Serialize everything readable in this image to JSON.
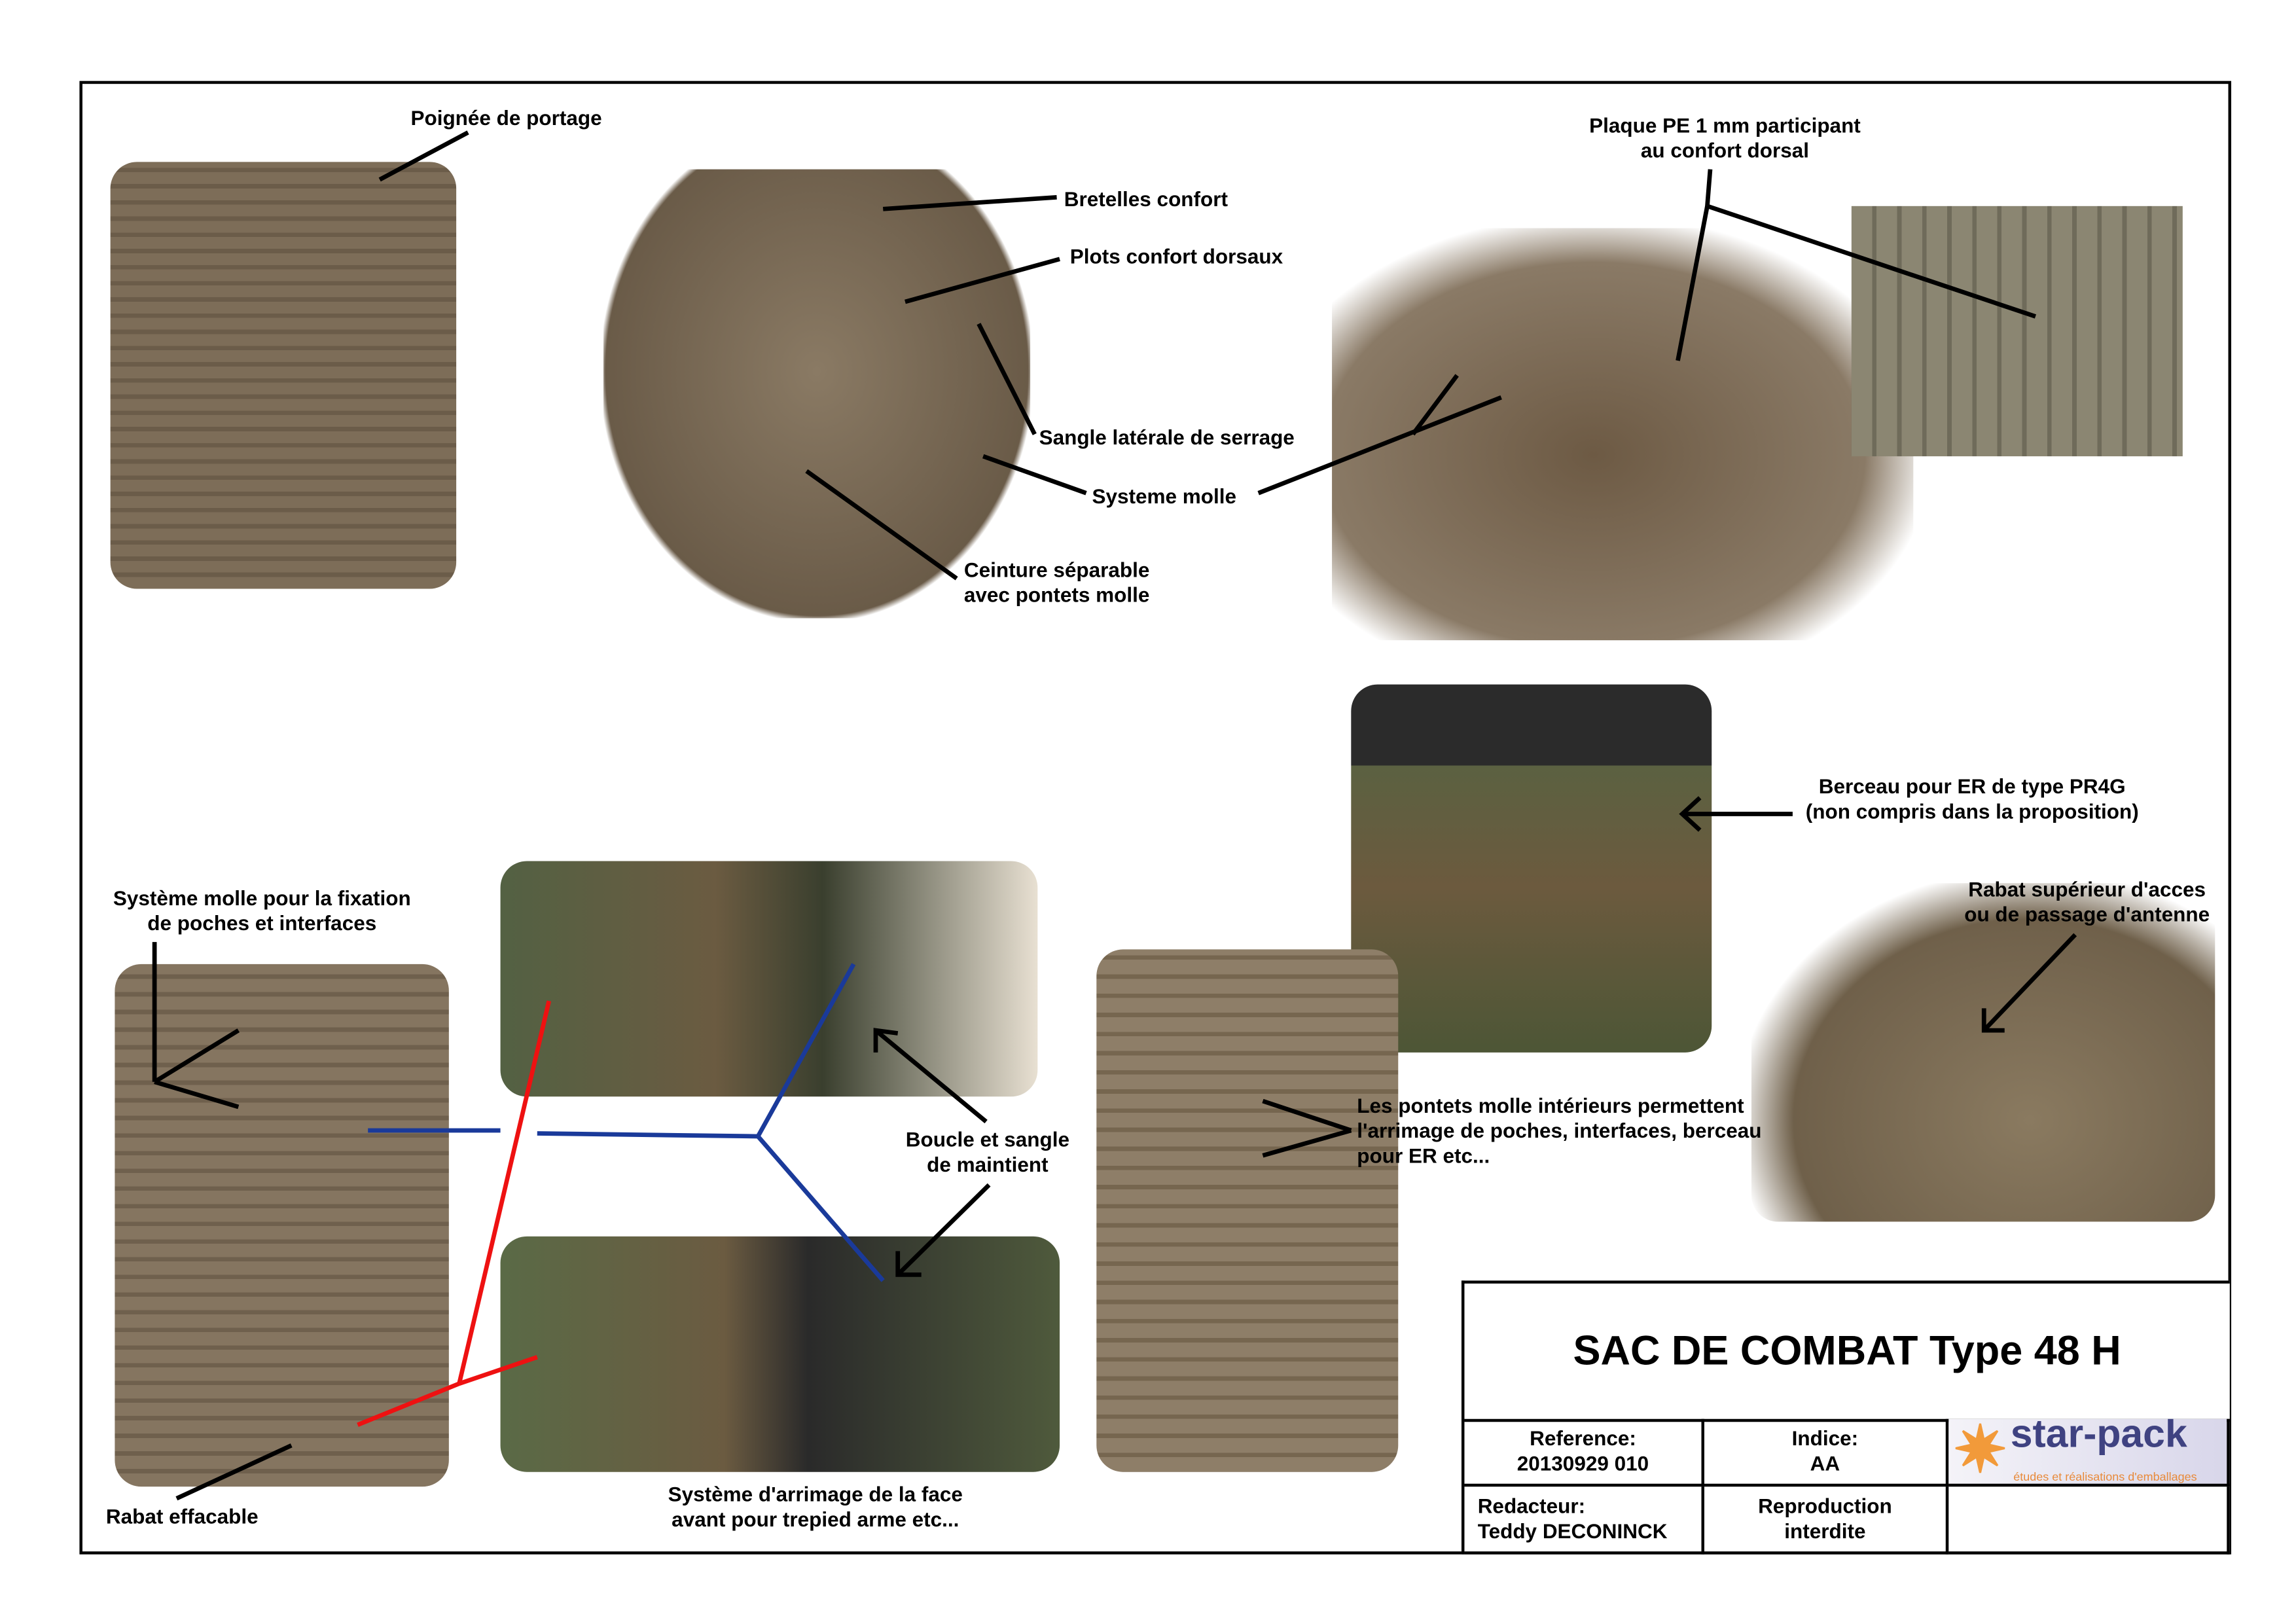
{
  "labels": {
    "poignee": "Poignée de portage",
    "bretelles": "Bretelles confort",
    "plots": "Plots confort dorsaux",
    "sangle": "Sangle latérale de serrage",
    "systeme_molle": "Systeme molle",
    "ceinture": [
      "Ceinture séparable",
      "avec pontets molle"
    ],
    "plaque": [
      "Plaque PE 1 mm participant",
      "au confort dorsal"
    ],
    "berceau": [
      "Berceau pour ER de type PR4G",
      "(non compris dans la proposition)"
    ],
    "rabat_sup": [
      "Rabat supérieur d'acces",
      "ou de passage d'antenne"
    ],
    "molle_fixation": [
      "Système molle pour la fixation",
      "de poches et interfaces"
    ],
    "boucle": [
      "Boucle et sangle",
      "de maintient"
    ],
    "pontets": [
      "Les pontets molle intérieurs permettent",
      "l'arrimage de poches, interfaces, berceau",
      "pour ER etc..."
    ],
    "rabat_effacable": "Rabat effacable",
    "arrimage": [
      "Système d'arrimage de la face",
      "avant pour trepied arme etc..."
    ]
  },
  "title_block": {
    "title": "SAC DE COMBAT Type 48 H",
    "reference_label": "Reference:",
    "reference_value": "20130929 010",
    "indice_label": "Indice:",
    "indice_value": "AA",
    "redacteur_label": "Redacteur:",
    "redacteur_value": "Teddy DECONINCK",
    "reproduction": [
      "Reproduction",
      "interdite"
    ],
    "logo": {
      "name": "star-pack",
      "tagline": "études et réalisations d'emballages"
    }
  },
  "colors": {
    "coyote": "#7a6a55",
    "camo_green": "#4f5a3c",
    "red_line": "#e11",
    "blue_line": "#1a3a9a"
  }
}
